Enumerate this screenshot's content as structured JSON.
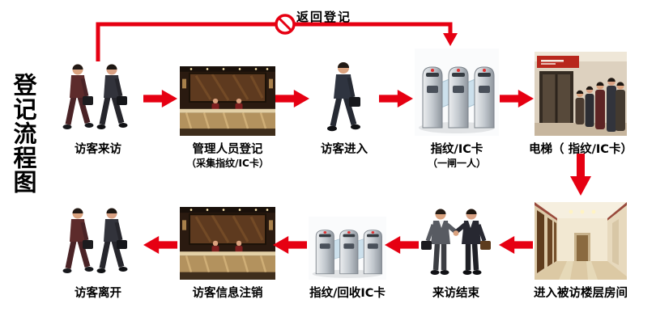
{
  "title": "登记流程图",
  "return_path": {
    "label": "返回登记",
    "icon": "no-entry-icon"
  },
  "colors": {
    "arrow": "#e60012",
    "text": "#000000",
    "background": "#ffffff"
  },
  "top_row": [
    {
      "label": "访客来访",
      "sublabel": "",
      "image": "visitors-walking-photo"
    },
    {
      "label": "管理人员登记",
      "sublabel": "（采集指纹/IC卡）",
      "image": "reception-desk-photo"
    },
    {
      "label": "访客进入",
      "sublabel": "",
      "image": "visitor-walking-photo"
    },
    {
      "label": "指纹/IC卡",
      "sublabel": "（一闸一人）",
      "image": "turnstile-gate-photo"
    },
    {
      "label": "电梯（ 指纹/IC卡）",
      "sublabel": "",
      "image": "elevator-photo"
    }
  ],
  "bottom_row": [
    {
      "label": "访客离开",
      "sublabel": "",
      "image": "visitors-leaving-photo"
    },
    {
      "label": "访客信息注销",
      "sublabel": "",
      "image": "reception-desk-photo"
    },
    {
      "label": "指纹/回收IC卡",
      "sublabel": "",
      "image": "turnstile-gate-photo"
    },
    {
      "label": "来访结束",
      "sublabel": "",
      "image": "handshake-photo"
    },
    {
      "label": "进入被访楼层房间",
      "sublabel": "",
      "image": "hallway-photo"
    }
  ]
}
